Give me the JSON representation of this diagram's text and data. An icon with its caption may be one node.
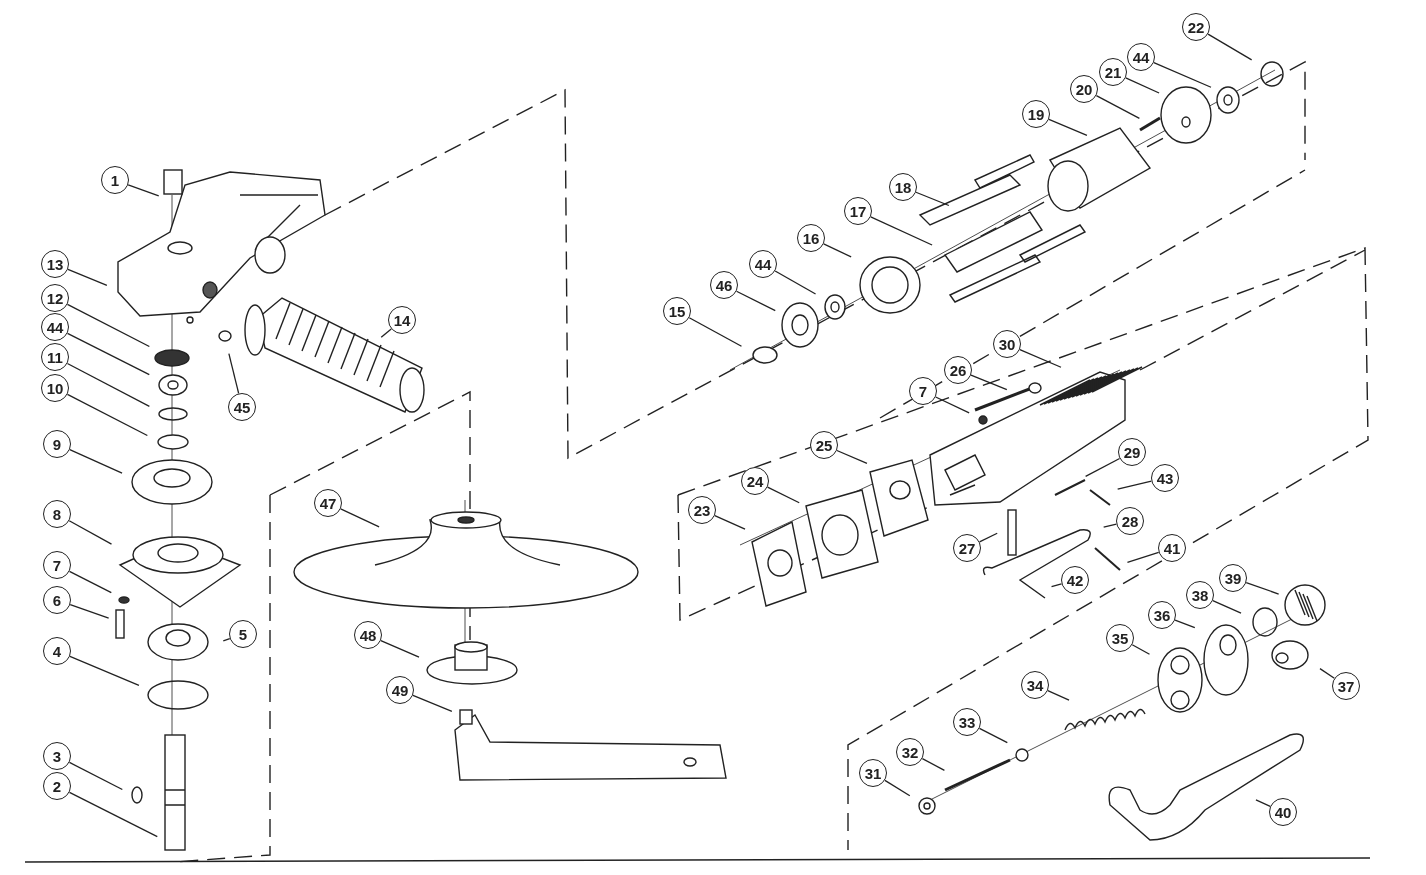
{
  "diagram": {
    "nodes": [
      {
        "text": [
          "1"
        ]
      },
      {
        "text": [
          "13"
        ]
      },
      {
        "text": [
          "12"
        ]
      },
      {
        "text": [
          "44"
        ]
      },
      {
        "text": [
          "11"
        ]
      },
      {
        "text": [
          "10"
        ]
      },
      {
        "text": [
          "9"
        ]
      },
      {
        "text": [
          "8"
        ]
      },
      {
        "text": [
          "7"
        ]
      },
      {
        "text": [
          "6"
        ]
      },
      {
        "text": [
          "4"
        ]
      },
      {
        "text": [
          "3"
        ]
      },
      {
        "text": [
          "2"
        ]
      },
      {
        "text": [
          "14"
        ]
      },
      {
        "text": [
          "45"
        ]
      },
      {
        "text": [
          "5"
        ]
      },
      {
        "text": [
          "47"
        ]
      },
      {
        "text": [
          "48"
        ]
      },
      {
        "text": [
          "49"
        ]
      },
      {
        "text": [
          "22"
        ]
      },
      {
        "text": [
          "44"
        ]
      },
      {
        "text": [
          "21"
        ]
      },
      {
        "text": [
          "20"
        ]
      },
      {
        "text": [
          "19"
        ]
      },
      {
        "text": [
          "18"
        ]
      },
      {
        "text": [
          "17"
        ]
      },
      {
        "text": [
          "16"
        ]
      },
      {
        "text": [
          "44"
        ]
      },
      {
        "text": [
          "46"
        ]
      },
      {
        "text": [
          "15"
        ]
      },
      {
        "text": [
          "30"
        ]
      },
      {
        "text": [
          "26"
        ]
      },
      {
        "text": [
          "7"
        ]
      },
      {
        "text": [
          "25"
        ]
      },
      {
        "text": [
          "24"
        ]
      },
      {
        "text": [
          "23"
        ]
      },
      {
        "text": [
          "29"
        ]
      },
      {
        "text": [
          "43"
        ]
      },
      {
        "text": [
          "28"
        ]
      },
      {
        "text": [
          "27"
        ]
      },
      {
        "text": [
          "41"
        ]
      },
      {
        "text": [
          "42"
        ]
      },
      {
        "text": [
          "39"
        ]
      },
      {
        "text": [
          "38"
        ]
      },
      {
        "text": [
          "36"
        ]
      },
      {
        "text": [
          "35"
        ]
      },
      {
        "text": [
          "37"
        ]
      },
      {
        "text": [
          "34"
        ]
      },
      {
        "text": [
          "33"
        ]
      },
      {
        "text": [
          "32"
        ]
      },
      {
        "text": [
          "31"
        ]
      },
      {
        "text": [
          "40"
        ]
      }
    ],
    "edges": [
      {
        "from": 0,
        "to": null,
        "arrow": "none"
      },
      {
        "from": 1,
        "to": null,
        "arrow": "none"
      },
      {
        "from": 2,
        "to": null,
        "arrow": "none"
      },
      {
        "from": 3,
        "to": null,
        "arrow": "none"
      },
      {
        "from": 4,
        "to": null,
        "arrow": "none"
      },
      {
        "from": 5,
        "to": null,
        "arrow": "none"
      },
      {
        "from": 6,
        "to": null,
        "arrow": "none"
      },
      {
        "from": 7,
        "to": null,
        "arrow": "none"
      },
      {
        "from": 8,
        "to": null,
        "arrow": "none"
      },
      {
        "from": 9,
        "to": null,
        "arrow": "none"
      },
      {
        "from": 10,
        "to": null,
        "arrow": "none"
      },
      {
        "from": 11,
        "to": null,
        "arrow": "none"
      },
      {
        "from": 12,
        "to": null,
        "arrow": "none"
      },
      {
        "from": 13,
        "to": null,
        "arrow": "none"
      },
      {
        "from": 14,
        "to": null,
        "arrow": "none"
      },
      {
        "from": 15,
        "to": null,
        "arrow": "none"
      },
      {
        "from": 16,
        "to": null,
        "arrow": "none"
      },
      {
        "from": 17,
        "to": null,
        "arrow": "none"
      },
      {
        "from": 18,
        "to": null,
        "arrow": "none"
      },
      {
        "from": 19,
        "to": null,
        "arrow": "none"
      },
      {
        "from": 20,
        "to": null,
        "arrow": "none"
      },
      {
        "from": 21,
        "to": null,
        "arrow": "none"
      },
      {
        "from": 22,
        "to": null,
        "arrow": "none"
      },
      {
        "from": 23,
        "to": null,
        "arrow": "none"
      },
      {
        "from": 24,
        "to": null,
        "arrow": "none"
      },
      {
        "from": 25,
        "to": null,
        "arrow": "none"
      },
      {
        "from": 26,
        "to": null,
        "arrow": "none"
      },
      {
        "from": 27,
        "to": null,
        "arrow": "none"
      },
      {
        "from": 28,
        "to": null,
        "arrow": "none"
      },
      {
        "from": 29,
        "to": null,
        "arrow": "none"
      },
      {
        "from": 30,
        "to": null,
        "arrow": "none"
      },
      {
        "from": 31,
        "to": null,
        "arrow": "none"
      },
      {
        "from": 32,
        "to": null,
        "arrow": "none"
      },
      {
        "from": 33,
        "to": null,
        "arrow": "none"
      },
      {
        "from": 34,
        "to": null,
        "arrow": "none"
      },
      {
        "from": 35,
        "to": null,
        "arrow": "none"
      },
      {
        "from": 36,
        "to": null,
        "arrow": "none"
      },
      {
        "from": 37,
        "to": null,
        "arrow": "none"
      },
      {
        "from": 38,
        "to": null,
        "arrow": "none"
      },
      {
        "from": 39,
        "to": null,
        "arrow": "none"
      },
      {
        "from": 40,
        "to": null,
        "arrow": "none"
      },
      {
        "from": 41,
        "to": null,
        "arrow": "none"
      },
      {
        "from": 42,
        "to": null,
        "arrow": "none"
      },
      {
        "from": 43,
        "to": null,
        "arrow": "none"
      },
      {
        "from": 44,
        "to": null,
        "arrow": "none"
      },
      {
        "from": 45,
        "to": null,
        "arrow": "none"
      },
      {
        "from": 46,
        "to": null,
        "arrow": "none"
      },
      {
        "from": 47,
        "to": null,
        "arrow": "none"
      },
      {
        "from": 48,
        "to": null,
        "arrow": "none"
      },
      {
        "from": 49,
        "to": null,
        "arrow": "none"
      },
      {
        "from": 50,
        "to": null,
        "arrow": "none"
      },
      {
        "from": 51,
        "to": null,
        "arrow": "none"
      }
    ]
  }
}
